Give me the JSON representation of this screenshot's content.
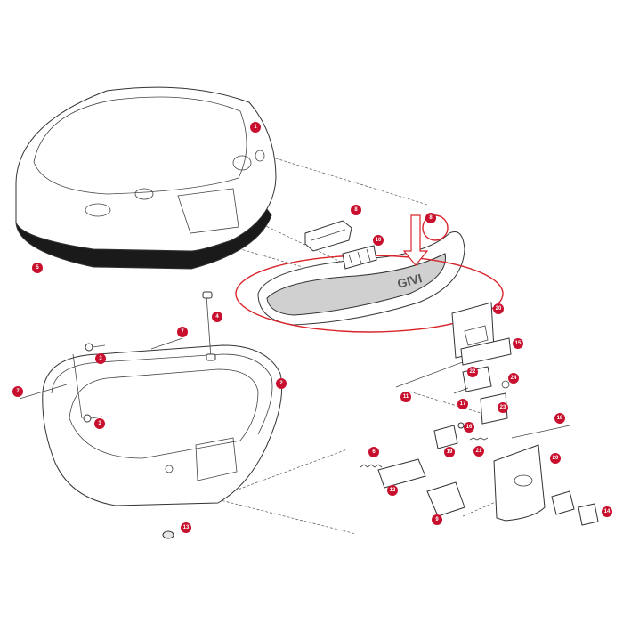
{
  "diagram": {
    "brand_mark": "GIVI",
    "callouts": [
      {
        "id": "c1",
        "label": "1"
      },
      {
        "id": "c5",
        "label": "5"
      },
      {
        "id": "c8a",
        "label": "8"
      },
      {
        "id": "c8b",
        "label": "8"
      },
      {
        "id": "c10",
        "label": "10"
      },
      {
        "id": "c20a",
        "label": "20"
      },
      {
        "id": "c4",
        "label": "4"
      },
      {
        "id": "c7a",
        "label": "7"
      },
      {
        "id": "c3a",
        "label": "3"
      },
      {
        "id": "c2",
        "label": "2"
      },
      {
        "id": "c7b",
        "label": "7"
      },
      {
        "id": "c3b",
        "label": "3"
      },
      {
        "id": "c15",
        "label": "15"
      },
      {
        "id": "c22",
        "label": "22"
      },
      {
        "id": "c24",
        "label": "24"
      },
      {
        "id": "c11",
        "label": "11"
      },
      {
        "id": "c17",
        "label": "17"
      },
      {
        "id": "c23",
        "label": "23"
      },
      {
        "id": "c16",
        "label": "16"
      },
      {
        "id": "c18",
        "label": "18"
      },
      {
        "id": "c19",
        "label": "19"
      },
      {
        "id": "c21",
        "label": "21"
      },
      {
        "id": "c20b",
        "label": "20"
      },
      {
        "id": "c6",
        "label": "6"
      },
      {
        "id": "c12",
        "label": "12"
      },
      {
        "id": "c9",
        "label": "9"
      },
      {
        "id": "c13",
        "label": "13"
      },
      {
        "id": "c14",
        "label": "14"
      }
    ],
    "colors": {
      "callout": "#c8102e",
      "highlight": "#d9242b",
      "line": "#333333"
    }
  }
}
